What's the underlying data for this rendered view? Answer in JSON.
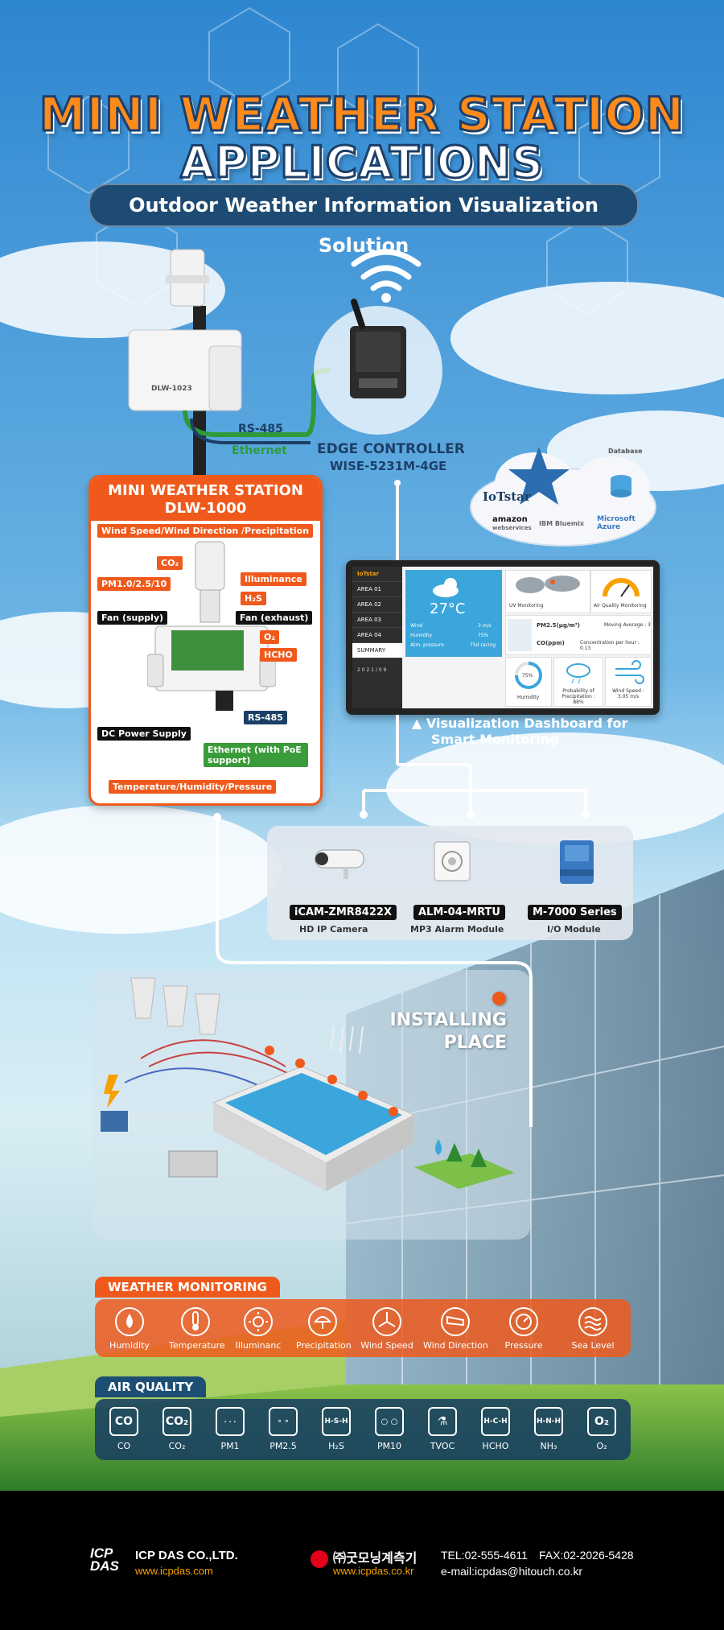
{
  "header": {
    "title_line1": "MINI WEATHER STATION",
    "title_line2": "APPLICATIONS",
    "subtitle": "Outdoor Weather Information Visualization Solution"
  },
  "station": {
    "device_label": "DLW-1023",
    "link_rs485": "RS-485",
    "link_ethernet": "Ethernet",
    "panel_title1": "MINI WEATHER STATION",
    "panel_title2": "DLW-1000",
    "labels": {
      "wind": "Wind Speed/Wind Direction /Precipitation",
      "co2": "CO₂",
      "pm": "PM1.0/2.5/10",
      "illuminance": "Illuminance",
      "h2s": "H₂S",
      "fan_supply": "Fan (supply)",
      "fan_exhaust": "Fan (exhaust)",
      "o2": "O₂",
      "hcho": "HCHO",
      "dc_power": "DC Power Supply",
      "rs485": "RS-485",
      "ethernet_poe": "Ethernet (with PoE support)",
      "temp": "Temperature/Humidity/Pressure"
    }
  },
  "edge": {
    "title1": "EDGE CONTROLLER",
    "title2": "WISE-5231M-4GE"
  },
  "cloud": {
    "database": "Database",
    "iotstar": "IoTstar",
    "amazon": "amazon",
    "amazon_sub": "webservices",
    "ibm": "IBM Bluemix",
    "azure": "Microsoft Azure"
  },
  "dashboard": {
    "caption1": "▲ Visualization Dashboard for",
    "caption2": "Smart Monitoring",
    "sidebar": [
      "IoTstar",
      "AREA 01",
      "AREA 02",
      "AREA 03",
      "AREA 04",
      "SUMMARY"
    ],
    "temperature": "27°C",
    "date": "2 0 2 1 / 0 9",
    "wind_label": "Wind",
    "wind_val": "3 m/s",
    "humidity_label": "Humidity",
    "humidity_val": "75%",
    "pressure_label": "Atm. pressure",
    "pressure_val": "75d racing",
    "uv": "UV Monitoring",
    "aq": "Air Quality Monitoring",
    "pm25_label": "PM2.5(μg/m³)",
    "pm25_avg": "Moving Average : 3",
    "co_label": "CO(ppm)",
    "co_avg": "Concentration per hour : 0.13",
    "hum_pct": "75%",
    "hum_card": "Humidity",
    "precip": "Probability of Precipitation : 88%",
    "wind_card": "Wind Speed : 3.05 m/s"
  },
  "devices": [
    {
      "label": "iCAM-ZMR8422X",
      "sub": "HD IP Camera"
    },
    {
      "label": "ALM-04-MRTU",
      "sub": "MP3 Alarm Module"
    },
    {
      "label": "M-7000 Series",
      "sub": "I/O Module"
    }
  ],
  "installing": {
    "line1": "INSTALLING",
    "line2": "PLACE"
  },
  "weather_monitoring": {
    "title": "WEATHER MONITORING",
    "items": [
      "Humidity",
      "Temperature",
      "Illuminanc",
      "Precipitation",
      "Wind Speed",
      "Wind Direction",
      "Pressure",
      "Sea Level"
    ]
  },
  "air_quality": {
    "title": "AIR QUALITY",
    "items": [
      {
        "icon": "CO",
        "label": "CO"
      },
      {
        "icon": "CO₂",
        "label": "CO₂"
      },
      {
        "icon": "",
        "label": "PM1"
      },
      {
        "icon": "",
        "label": "PM2.5"
      },
      {
        "icon": "H-S-H",
        "label": "H₂S"
      },
      {
        "icon": "",
        "label": "PM10"
      },
      {
        "icon": "",
        "label": "TVOC"
      },
      {
        "icon": "H-C-H",
        "label": "HCHO"
      },
      {
        "icon": "H-N-H",
        "label": "NH₃"
      },
      {
        "icon": "O₂",
        "label": "O₂"
      }
    ]
  },
  "footer": {
    "icp_logo": "ICP DAS",
    "icp_name": "ICP DAS CO.,LTD.",
    "icp_url": "www.icpdas.com",
    "kor_name": "㈜굿모닝계측기",
    "kor_url": "www.icpdas.co.kr",
    "tel": "TEL:02-555-4611",
    "fax": "FAX:02-2026-5428",
    "email": "e-mail:icpdas@hitouch.co.kr"
  },
  "colors": {
    "accent": "#ef5a1c",
    "navy": "#1d3f66",
    "sky": "#4aa3dc"
  }
}
